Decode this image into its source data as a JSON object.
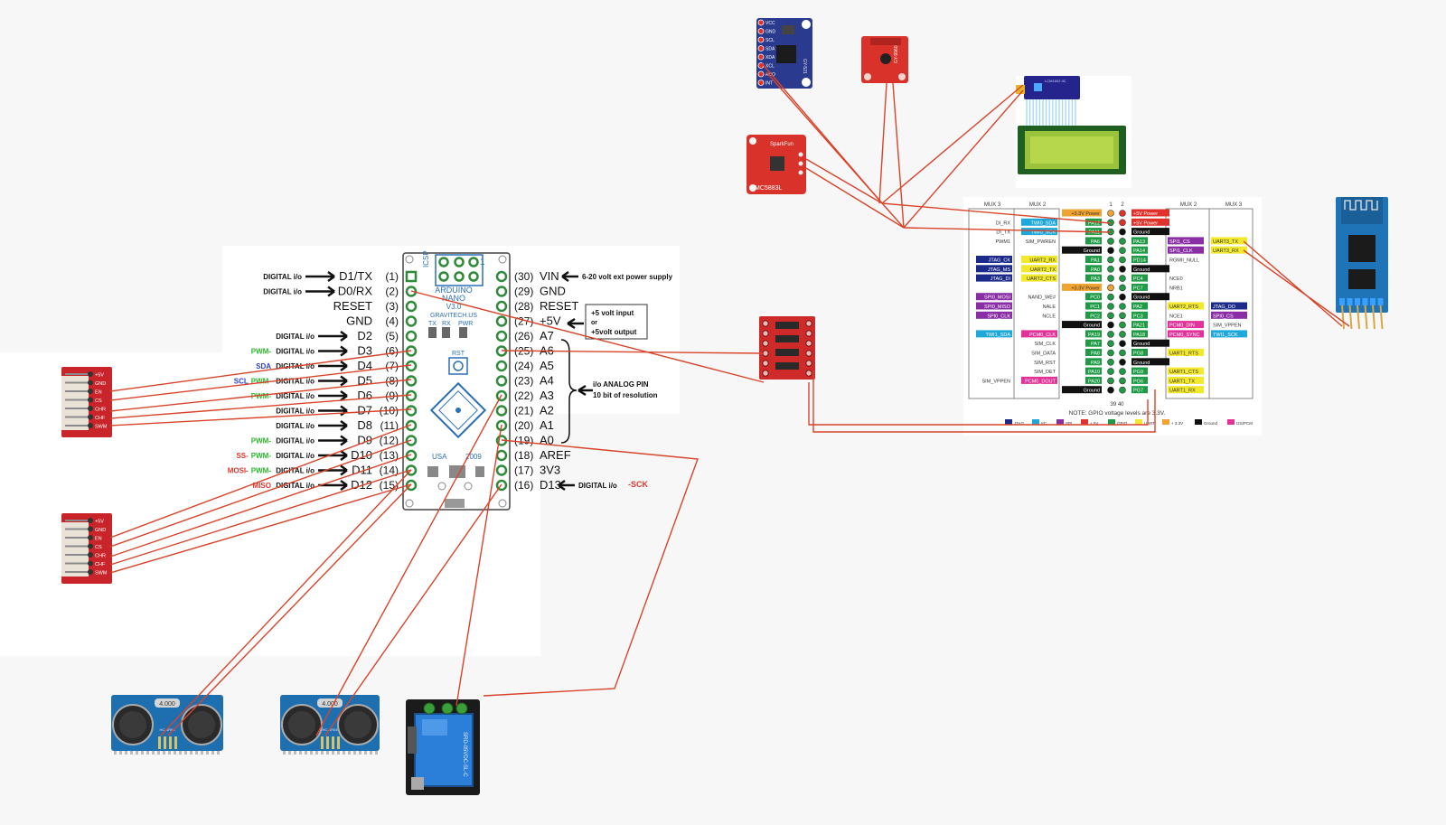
{
  "nano": {
    "left_labels": [
      {
        "prefix": "",
        "mode": "DIGITAL i/o",
        "pin": "D1/TX",
        "num": "(1)"
      },
      {
        "prefix": "",
        "mode": "DIGITAL i/o",
        "pin": "D0/RX",
        "num": "(2)"
      },
      {
        "prefix": "",
        "mode": "",
        "pin": "RESET",
        "num": "(3)"
      },
      {
        "prefix": "",
        "mode": "",
        "pin": "GND",
        "num": "(4)"
      },
      {
        "prefix": "",
        "mode": "DIGITAL i/o",
        "pin": "D2",
        "num": "(5)"
      },
      {
        "prefix": "PWM-",
        "mode": "DIGITAL i/o",
        "pin": "D3",
        "num": "(6)"
      },
      {
        "prefix": "SDA",
        "mode": "DIGITAL i/o",
        "pin": "D4",
        "num": "(7)"
      },
      {
        "prefix": "SCL  PWM-",
        "mode": "DIGITAL i/o",
        "pin": "D5",
        "num": "(8)"
      },
      {
        "prefix": "PWM-",
        "mode": "DIGITAL i/o",
        "pin": "D6",
        "num": "(9)"
      },
      {
        "prefix": "",
        "mode": "DIGITAL i/o",
        "pin": "D7",
        "num": "(10)"
      },
      {
        "prefix": "",
        "mode": "DIGITAL i/o",
        "pin": "D8",
        "num": "(11)"
      },
      {
        "prefix": "PWM-",
        "mode": "DIGITAL i/o",
        "pin": "D9",
        "num": "(12)"
      },
      {
        "prefix": "SS-  PWM-",
        "mode": "DIGITAL i/o",
        "pin": "D10",
        "num": "(13)"
      },
      {
        "prefix": "MOSI-  PWM-",
        "mode": "DIGITAL i/o",
        "pin": "D11",
        "num": "(14)"
      },
      {
        "prefix": "MISO",
        "mode": "DIGITAL i/o",
        "pin": "D12",
        "num": "(15)"
      }
    ],
    "right_labels": [
      {
        "num": "(30)",
        "pin": "VIN",
        "note": "6-20 volt ext power supply"
      },
      {
        "num": "(29)",
        "pin": "GND",
        "note": ""
      },
      {
        "num": "(28)",
        "pin": "RESET",
        "note": ""
      },
      {
        "num": "(27)",
        "pin": "+5V",
        "note": ""
      },
      {
        "num": "(26)",
        "pin": "A7",
        "note": ""
      },
      {
        "num": "(25)",
        "pin": "A6",
        "note": ""
      },
      {
        "num": "(24)",
        "pin": "A5",
        "note": ""
      },
      {
        "num": "(23)",
        "pin": "A4",
        "note": ""
      },
      {
        "num": "(22)",
        "pin": "A3",
        "note": ""
      },
      {
        "num": "(21)",
        "pin": "A2",
        "note": ""
      },
      {
        "num": "(20)",
        "pin": "A1",
        "note": ""
      },
      {
        "num": "(19)",
        "pin": "A0",
        "note": ""
      },
      {
        "num": "(18)",
        "pin": "AREF",
        "note": ""
      },
      {
        "num": "(17)",
        "pin": "3V3",
        "note": ""
      },
      {
        "num": "(16)",
        "pin": "D13",
        "note": "DIGITAL i/o"
      }
    ],
    "sck_label": "-SCK",
    "power_box": [
      "+5 volt input",
      "or",
      "+5volt output"
    ],
    "analog_note": [
      "i/o  ANALOG PIN",
      "10 bit of resolution"
    ],
    "board_text": {
      "name1": "ARDUINO",
      "name2": "NANO",
      "ver": "V3.0",
      "maker": "GRAVITECH.US",
      "tx": "TX",
      "rx": "RX",
      "pwr": "PWR",
      "rst": "RST",
      "usa": "USA",
      "year": "2009",
      "icsp": "ICSP",
      "one": "1"
    }
  },
  "pinout": {
    "mux_headers": [
      "MUX 3",
      "MUX 2",
      "1",
      "2",
      "MUX 2",
      "MUX 3"
    ],
    "rows": [
      {
        "l3": "",
        "l2": "",
        "lf": "+3.3V Power",
        "lpin": "",
        "rpin": "",
        "rf": "+5V Power",
        "r2": "",
        "r3": ""
      },
      {
        "l3": "DI_RX",
        "l2": "TWI0_SDA",
        "lf": "",
        "lpin": "PA12",
        "rpin": "",
        "rf": "+5V Power",
        "r2": "",
        "r3": ""
      },
      {
        "l3": "DI_TX",
        "l2": "TWI0_SCK",
        "lf": "",
        "lpin": "PA11",
        "rpin": "",
        "rf": "Ground",
        "r2": "",
        "r3": ""
      },
      {
        "l3": "PWM1",
        "l2": "SIM_PWREN",
        "lf": "",
        "lpin": "PA6",
        "rpin": "PA13",
        "rf": "",
        "r2": "SPI1_CS",
        "r3": "UART3_TX"
      },
      {
        "l3": "",
        "l2": "",
        "lf": "Ground",
        "lpin": "",
        "rpin": "PA14",
        "rf": "",
        "r2": "SPI1_CLK",
        "r3": "UART3_RX"
      },
      {
        "l3": "JTAG_CK",
        "l2": "UART2_RX",
        "lf": "",
        "lpin": "PA1",
        "rpin": "PD14",
        "rf": "",
        "r2": "RGMII_NULL",
        "r3": ""
      },
      {
        "l3": "JTAG_MS",
        "l2": "UART2_TX",
        "lf": "",
        "lpin": "PA0",
        "rpin": "",
        "rf": "Ground",
        "r2": "",
        "r3": ""
      },
      {
        "l3": "JTAG_DI",
        "l2": "UART2_CTS",
        "lf": "",
        "lpin": "PA3",
        "rpin": "PC4",
        "rf": "",
        "r2": "NCE0",
        "r3": ""
      },
      {
        "l3": "",
        "l2": "",
        "lf": "+3.3V Power",
        "lpin": "",
        "rpin": "PC7",
        "rf": "",
        "r2": "NRB1",
        "r3": ""
      },
      {
        "l3": "SPI0_MOSI",
        "l2": "NAND_WE#",
        "lf": "",
        "lpin": "PC0",
        "rpin": "",
        "rf": "Ground",
        "r2": "",
        "r3": ""
      },
      {
        "l3": "SPI0_MISO",
        "l2": "NALE",
        "lf": "",
        "lpin": "PC1",
        "rpin": "PA2",
        "rf": "",
        "r2": "UART2_RTS",
        "r3": "JTAG_DO"
      },
      {
        "l3": "SPI0_CLK",
        "l2": "NCLE",
        "lf": "",
        "lpin": "PC2",
        "rpin": "PC3",
        "rf": "",
        "r2": "NCE1",
        "r3": "SPI0_CS"
      },
      {
        "l3": "",
        "l2": "",
        "lf": "Ground",
        "lpin": "",
        "rpin": "PA21",
        "rf": "",
        "r2": "PCM0_DIN",
        "r3": "SIM_VPPEN"
      },
      {
        "l3": "TWI1_SDA",
        "l2": "PCM0_CLK",
        "lf": "",
        "lpin": "PA19",
        "rpin": "PA18",
        "rf": "",
        "r2": "PCM0_SYNC",
        "r3": "TWI1_SCK"
      },
      {
        "l3": "",
        "l2": "SIM_CLK",
        "lf": "",
        "lpin": "PA7",
        "rpin": "",
        "rf": "Ground",
        "r2": "",
        "r3": ""
      },
      {
        "l3": "",
        "l2": "SIM_DATA",
        "lf": "",
        "lpin": "PA8",
        "rpin": "PG8",
        "rf": "",
        "r2": "UART1_RTS",
        "r3": ""
      },
      {
        "l3": "",
        "l2": "SIM_RST",
        "lf": "",
        "lpin": "PA9",
        "rpin": "",
        "rf": "Ground",
        "r2": "",
        "r3": ""
      },
      {
        "l3": "",
        "l2": "SIM_DET",
        "lf": "",
        "lpin": "PA10",
        "rpin": "PG9",
        "rf": "",
        "r2": "UART1_CTS",
        "r3": ""
      },
      {
        "l3": "SIM_VPPEN",
        "l2": "PCM0_DOUT",
        "lf": "",
        "lpin": "PA20",
        "rpin": "PG6",
        "rf": "",
        "r2": "UART1_TX",
        "r3": ""
      },
      {
        "l3": "",
        "l2": "",
        "lf": "Ground",
        "lpin": "",
        "rpin": "PG7",
        "rf": "",
        "r2": "UART1_RX",
        "r3": ""
      }
    ],
    "pin_nums": "39  40",
    "note": "NOTE: GPIO voltage levels are 3.3V.",
    "legend": [
      "JTAG",
      "I²C",
      "SPI",
      "+ 5V",
      "GPIO",
      "UART",
      "+ 3.3V",
      "Ground",
      "I2S/PCM"
    ]
  },
  "modules": {
    "mpu_pins": [
      "VCC",
      "GND",
      "SCL",
      "SDA",
      "XDA",
      "XCL",
      "ADO",
      "INT"
    ],
    "mpu_name": "GY-521",
    "hmc_name": "HMC5883L",
    "hmc_brand": "SparkFun",
    "red_sensor_name": "GY-9960",
    "lcd_backpack": "LCM1602 IIC",
    "sensor_pins": [
      "+5V",
      "GND",
      "EN",
      "CS",
      "CHR",
      "CHF",
      "SWM"
    ],
    "ultra_label": "HC-SR04",
    "ultra_crystal": "4.000",
    "relay_text": "SRD-05VDC-SL-C"
  },
  "colors": {
    "wire": "#d8442a",
    "board_blue": "#2a6fb5",
    "pcb_red": "#c8242a",
    "lcd_green": "#9ac23c",
    "bt_blue": "#1f73b7"
  }
}
